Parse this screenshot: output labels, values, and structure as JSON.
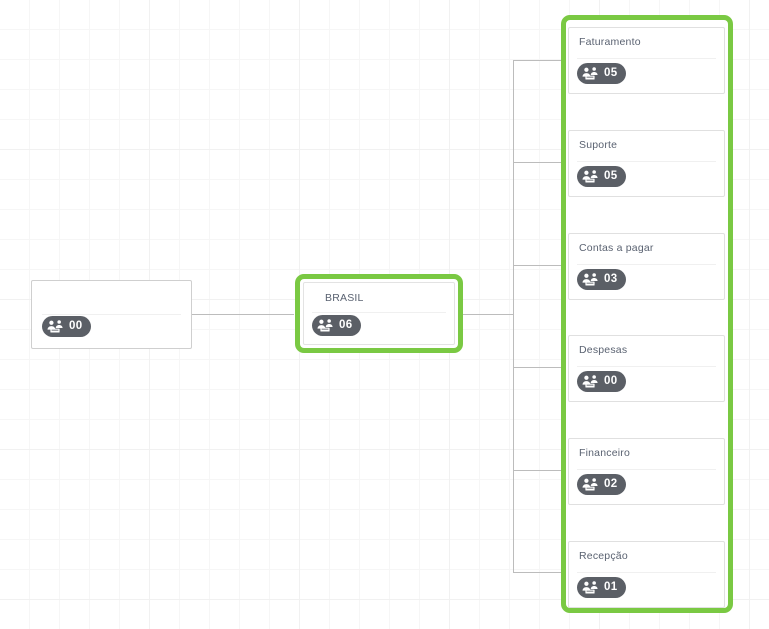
{
  "canvas": {
    "grid_color": "#f6f6f6",
    "grid_major_color": "#f1f1f1",
    "background": "#ffffff",
    "connector_color": "#bcbcbc"
  },
  "theme": {
    "selection_color": "#7ac943",
    "badge_background": "#5b5f66",
    "badge_text": "#ffffff",
    "card_border": "#cfcfcf",
    "title_color": "#5a6271"
  },
  "badge_icon_name": "people-group-icon",
  "nodes": {
    "root": {
      "title": "",
      "count": "00",
      "selected": false
    },
    "country": {
      "title": "BRASIL",
      "count": "06",
      "selected": true
    },
    "departments": [
      {
        "title": "Faturamento",
        "count": "05"
      },
      {
        "title": "Suporte",
        "count": "05"
      },
      {
        "title": "Contas a pagar",
        "count": "03"
      },
      {
        "title": "Despesas",
        "count": "00"
      },
      {
        "title": "Financeiro",
        "count": "02"
      },
      {
        "title": "Recepção",
        "count": "01"
      }
    ],
    "departments_group_selected": true
  }
}
